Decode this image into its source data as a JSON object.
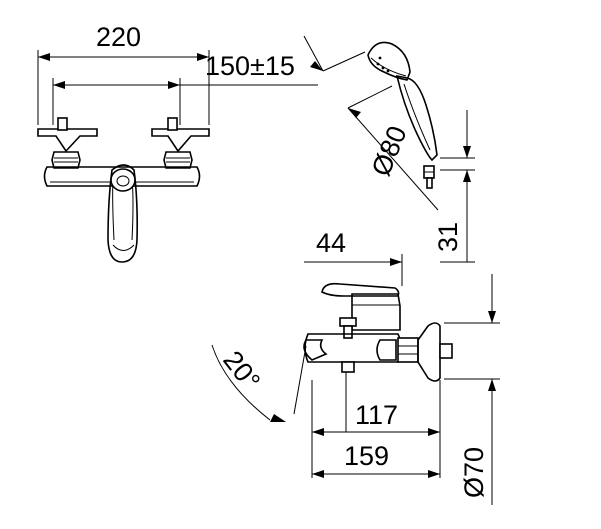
{
  "dimensions": {
    "overall_width": "220",
    "center_distance": "150±15",
    "hand_shower_diameter": "Ø80",
    "handle_height": "31",
    "lever_length": "44",
    "spout_angle": "20°",
    "spout_reach": "117",
    "total_projection": "159",
    "flange_diameter": "Ø70"
  }
}
